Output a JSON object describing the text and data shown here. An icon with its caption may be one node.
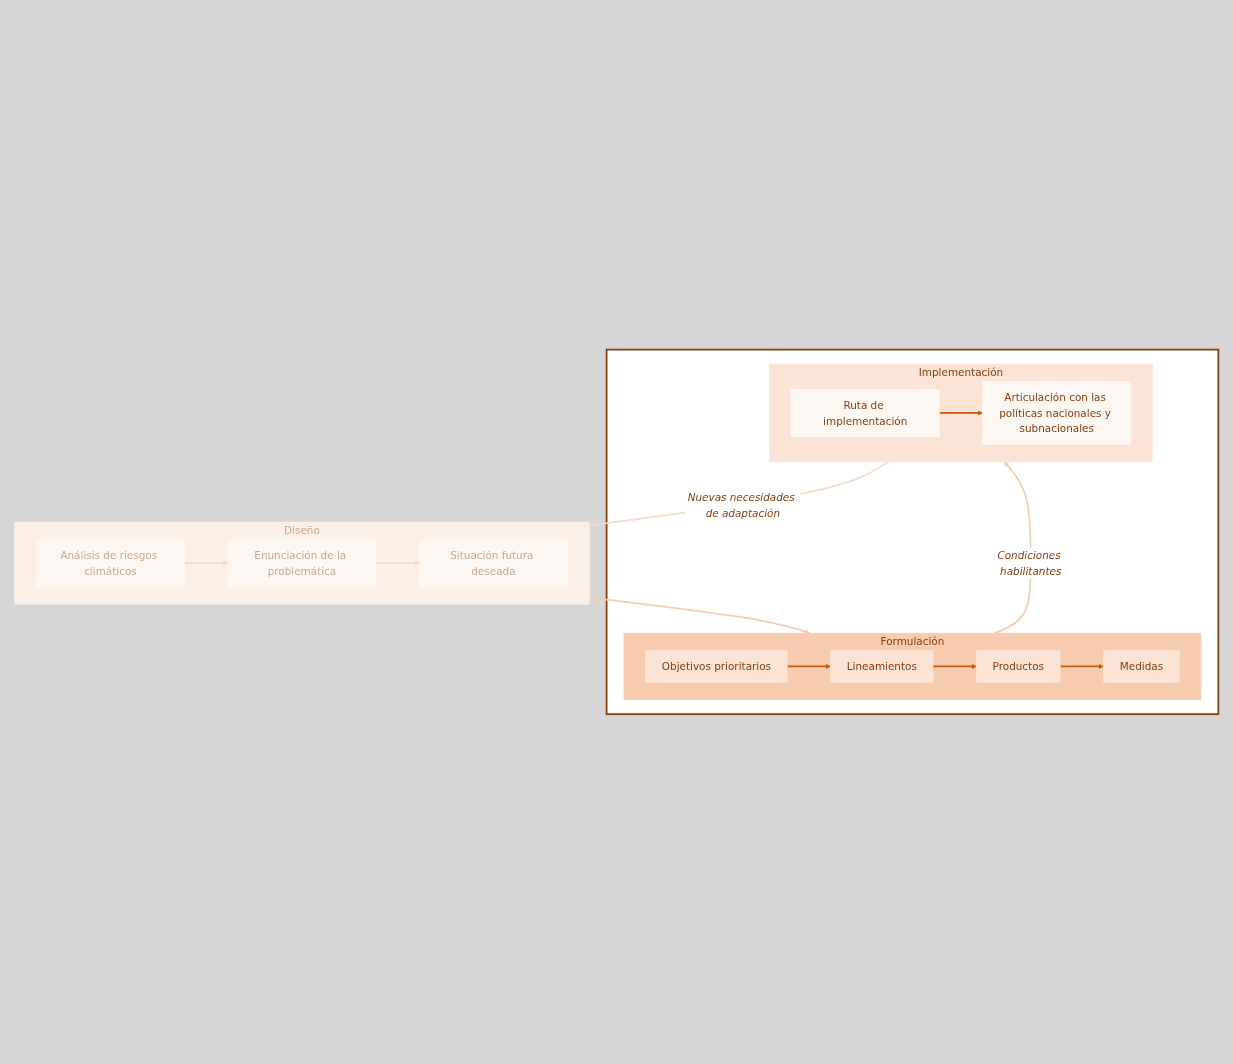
{
  "diagram": {
    "nodes": [
      {
        "text": [
          "Diseño"
        ]
      },
      {
        "text": [
          "Análisis de riesgos climáticos"
        ],
        "in": 0
      },
      {
        "text": [
          "Enunciación de la problemática"
        ],
        "in": 0
      },
      {
        "text": [
          "Situación futura deseada"
        ],
        "in": 0
      },
      {
        "text": [],
        "shape": "box"
      },
      {
        "text": [
          "Formulación"
        ],
        "in": 4
      },
      {
        "text": [
          "Objetivos prioritarios"
        ],
        "in": 5
      },
      {
        "text": [
          "Lineamientos"
        ],
        "in": 5
      },
      {
        "text": [
          "Productos"
        ],
        "in": 5
      },
      {
        "text": [
          "Medidas"
        ],
        "in": 5
      },
      {
        "text": [
          "Implementación"
        ],
        "in": 4
      },
      {
        "text": [
          "Ruta de implementación"
        ],
        "in": 10
      },
      {
        "text": [
          "Articulación con las políticas nacionales y subnacionales"
        ],
        "in": 10
      }
    ],
    "edges": [
      {
        "from": 1,
        "to": 2,
        "arrow": "to",
        "color": "#f2dccb"
      },
      {
        "from": 2,
        "to": 3,
        "arrow": "to",
        "color": "#f2dccb"
      },
      {
        "from": 0,
        "to": 5,
        "arrow": "to",
        "color": "#f7cbad"
      },
      {
        "from": 6,
        "to": 7,
        "arrow": "to"
      },
      {
        "from": 7,
        "to": 8,
        "arrow": "to"
      },
      {
        "from": 8,
        "to": 9,
        "arrow": "to"
      },
      {
        "from": 5,
        "to": 10,
        "arrow": "to",
        "color": "#f7cbad",
        "label": "Condiciones habilitantes"
      },
      {
        "from": 11,
        "to": 12,
        "arrow": "to"
      },
      {
        "from": 10,
        "to": 0,
        "arrow": "to",
        "color": "#f2dccb",
        "label": "Nuevas necesidades de adaptación"
      }
    ]
  }
}
